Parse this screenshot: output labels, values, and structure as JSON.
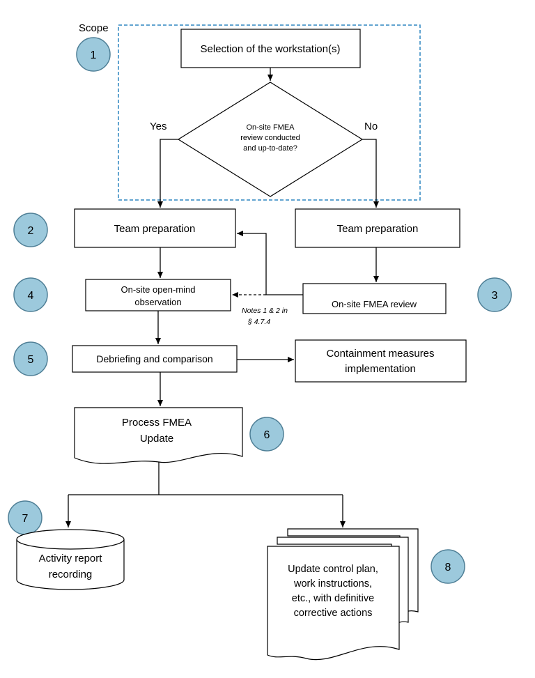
{
  "scope_label": "Scope",
  "nodes": {
    "selection": "Selection of the workstation(s)",
    "decision": [
      "On-site FMEA",
      "review conducted",
      "and up-to-date?"
    ],
    "yes": "Yes",
    "no": "No",
    "team_prep_left": "Team preparation",
    "team_prep_right": "Team preparation",
    "observation": [
      "On-site open-mind",
      "observation"
    ],
    "fmea_review": "On-site FMEA review",
    "notes": [
      "Notes 1 & 2 in",
      "§ 4.7.4"
    ],
    "debriefing": "Debriefing and comparison",
    "containment": [
      "Containment measures",
      "implementation"
    ],
    "process_fmea": [
      "Process FMEA",
      "Update"
    ],
    "activity_report": [
      "Activity report",
      "recording"
    ],
    "update_control": [
      "Update control plan,",
      "work instructions,",
      "etc., with definitive",
      "corrective actions"
    ]
  },
  "steps": [
    "1",
    "2",
    "3",
    "4",
    "5",
    "6",
    "7",
    "8"
  ],
  "colors": {
    "circle_fill": "#9cc9dc",
    "circle_stroke": "#4f7f96",
    "scope_dash": "#2e86c1",
    "line": "#000000"
  }
}
